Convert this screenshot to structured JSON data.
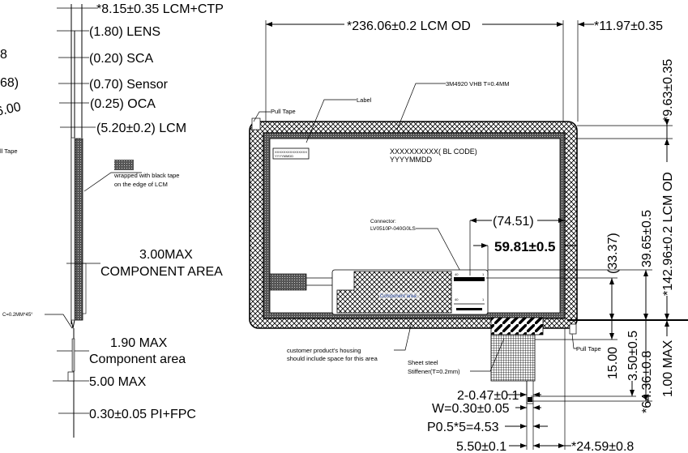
{
  "side_view": {
    "dim_total": "*8.15±0.35 LCM+CTP",
    "dim_lens": "(1.80) LENS",
    "dim_sca": "(0.20) SCA",
    "dim_sensor": "(0.70) Sensor",
    "dim_oca": "(0.25) OCA",
    "dim_lcm": "(5.20±0.2) LCM",
    "tape_note_line1": "wrapped with black tape",
    "tape_note_line2": "on the edge of LCM",
    "component_max": "3.00MAX",
    "component_label": "COMPONENT AREA",
    "chamfer": "C=0.2MM*45°",
    "fpc_component_max": "1.90 MAX",
    "fpc_component_label": "Component area",
    "stiffener_max": "5.00 MAX",
    "fpc_thickness": "0.30±0.05 PI+FPC"
  },
  "cut_off_left": {
    "text1": "8",
    "text2": "68)",
    "text3": "6.00",
    "text4": "ll Tape"
  },
  "front_view": {
    "dim_width": "*236.06±0.2 LCM OD",
    "dim_right_offset": "*11.97±0.35",
    "dim_top_offset": "*9.63±0.35",
    "dim_height": "*142.96±0.2 LCM OD",
    "vhb_note": "3M4920 VHB T=0.4MM",
    "label_callout": "Label",
    "label_line1": "XXXXXXXXXXXXXXX",
    "label_line2": "YYYYMMDD",
    "pull_tape_top": "Pull Tape",
    "pull_tape_bottom": "Pull Tape",
    "bl_code": "XXXXXXXXXX( BL CODE)",
    "bl_date": "YYYYMMDD",
    "connector_line1": "Connector:",
    "connector_line2": "LV0510P-040G0LS",
    "dim_74": "(74.51)",
    "dim_59": "59.81±0.5",
    "dim_33": "(33.37)",
    "dim_39": "39.65±0.5",
    "dim_15": "15.00",
    "dim_3_50": "3.50±0.5",
    "dim_64": "*64.36±0.8",
    "dim_1max": "1.00 MAX",
    "component_area_inner": "Component area",
    "pin_40": "40",
    "pin_1": "1",
    "housing_note_line1": "customer product's housing",
    "housing_note_line2": "should include space for this area",
    "stiffener_line1": "Sheet steel",
    "stiffener_line2": "Stiffener(T=0.2mm)",
    "dim_holes": "2-0.47±0.1",
    "dim_w": "W=0.30±0.05",
    "dim_pitch": "P0.5*5=4.53",
    "dim_5_50": "5.50±0.1",
    "dim_24": "*24.59±0.8"
  }
}
